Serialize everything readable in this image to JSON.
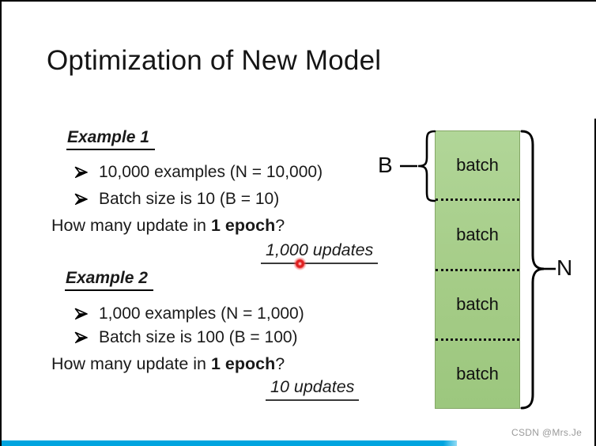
{
  "slide": {
    "title": "Optimization of New Model",
    "examples": [
      {
        "heading": "Example 1",
        "bullets": [
          "10,000 examples (N = 10,000)",
          "Batch size is 10 (B = 10)"
        ],
        "question_prefix": "How many update in ",
        "question_bold": "1 epoch",
        "question_suffix": "?",
        "answer": "1,000 updates"
      },
      {
        "heading": "Example 2",
        "bullets": [
          "1,000 examples (N = 1,000)",
          "Batch size is 100 (B = 100)"
        ],
        "question_prefix": "How many update in ",
        "question_bold": "1 epoch",
        "question_suffix": "?",
        "answer": "10 updates"
      }
    ],
    "diagram": {
      "batches": [
        "batch",
        "batch",
        "batch",
        "batch"
      ],
      "batch_size_label": "B",
      "dataset_size_label": "N",
      "fill_color_top": "#b1d698",
      "fill_color_bottom": "#9cc77e",
      "border_color": "#84a766"
    },
    "watermark": "CSDN @Mrs.Je",
    "colors": {
      "footer_bar": "#00a4df",
      "laser_dot": "#e02020"
    }
  }
}
